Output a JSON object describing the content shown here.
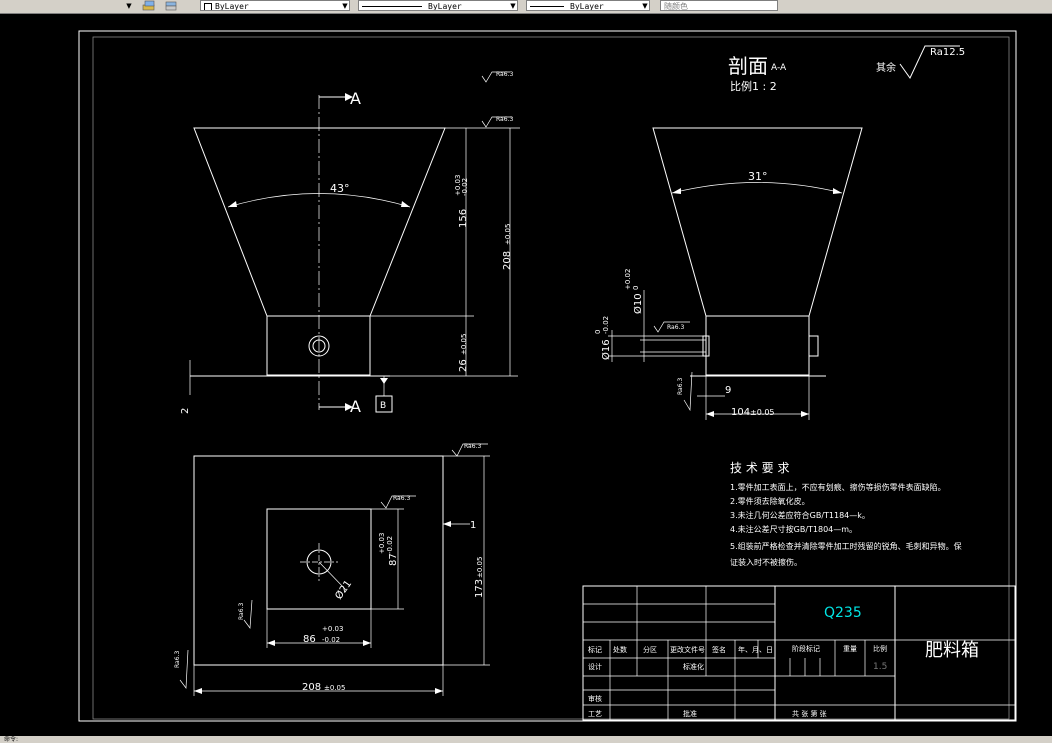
{
  "toolbar": {
    "color_control": "ByLayer",
    "linetype_control": "ByLayer",
    "lineweight_control": "ByLayer",
    "plotstyle_control": "随颜色"
  },
  "status": {
    "command_prompt": "命令:"
  },
  "drawing": {
    "section_title": "剖面",
    "section_suffix": "A-A",
    "scale_label": "比例1 : 2",
    "roughness_rest_label": "其余",
    "roughness_rest_value": "Ra12.5",
    "section_marker": "A",
    "roughness_small": "Ra6.3",
    "front_angle": "43°",
    "side_angle": "31°",
    "dim_156": "156",
    "dim_156_tol_upper": "+0.03",
    "dim_156_tol_lower": "-0.02",
    "dim_208_height": "208",
    "dim_208_height_tol": "±0.05",
    "dim_26": "26",
    "dim_26_tol": "±0.05",
    "dim_2": "2",
    "datum_label": "B",
    "dim_phi10": "Ø10",
    "dim_phi10_tol_upper": "+0.02",
    "dim_phi10_tol_lower": "0",
    "dim_phi16": "Ø16",
    "dim_phi16_tol_upper": "0",
    "dim_phi16_tol_lower": "-0.02",
    "dim_9": "9",
    "dim_104": "104",
    "dim_104_tol": "±0.05",
    "dim_1": "1",
    "dim_87": "87",
    "dim_87_tol_upper": "+0.03",
    "dim_87_tol_lower": "-0.02",
    "dim_173": "173",
    "dim_173_tol": "±0.05",
    "dim_phi21": "Ø21",
    "dim_86": "86",
    "dim_86_tol_upper": "+0.03",
    "dim_86_tol_lower": "-0.02",
    "dim_208_width": "208",
    "dim_208_width_tol": "±0.05"
  },
  "tech": {
    "title": "技 术 要 求",
    "items": [
      "1.零件加工表面上，不应有划痕、擦伤等损伤零件表面缺陷。",
      "2.零件须去除氧化皮。",
      "3.未注几何公差应符合GB/T1184—k。",
      "4.未注公差尺寸按GB/T1804—m。",
      "5.组装前严格检查并清除零件加工时残留的锐角、毛刺和异物。保",
      "  证装入时不被擦伤。"
    ]
  },
  "title_block": {
    "material": "Q235",
    "part_name": "肥料箱",
    "row_labels": [
      "标记",
      "处数",
      "分区",
      "更改文件号",
      "签名",
      "年、月、日"
    ],
    "stage_label": "阶段标记",
    "weight_label": "重量",
    "scale_label": "比例",
    "scale_value": "1.5",
    "design_label": "设计",
    "standard_label": "标准化",
    "review_label": "审核",
    "process_label": "工艺",
    "approve_label": "批准",
    "sheet_label": "共 张  第 张"
  }
}
